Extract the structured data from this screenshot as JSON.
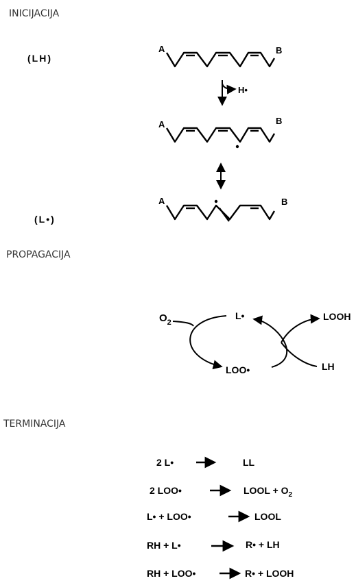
{
  "sections": {
    "initiation": "INICIJACIJA",
    "propagation": "PROPAGACIJA",
    "termination": "TERMINACIJA"
  },
  "initiation": {
    "lh_label": "(LH)",
    "radical_label": "(L•)",
    "end_a": "A",
    "end_b": "B",
    "abstracted": "H•"
  },
  "propagation": {
    "o2": "O",
    "o2_sub": "2",
    "l_radical": "L•",
    "loo_radical": "LOO•",
    "looh": "LOOH",
    "lh": "LH"
  },
  "termination": {
    "reactions": [
      {
        "left": "2 L•",
        "right": "LL",
        "right_sub": ""
      },
      {
        "left": "2 LOO•",
        "right": "LOOL + O",
        "right_sub": "2"
      },
      {
        "left": "L• + LOO•",
        "right": "LOOL",
        "right_sub": ""
      },
      {
        "left": "RH + L•",
        "right": "R• + LH",
        "right_sub": ""
      },
      {
        "left": "RH + LOO•",
        "right": "R• + LOOH",
        "right_sub": ""
      }
    ]
  },
  "colors": {
    "ink": "#000000",
    "heading": "#333333"
  }
}
